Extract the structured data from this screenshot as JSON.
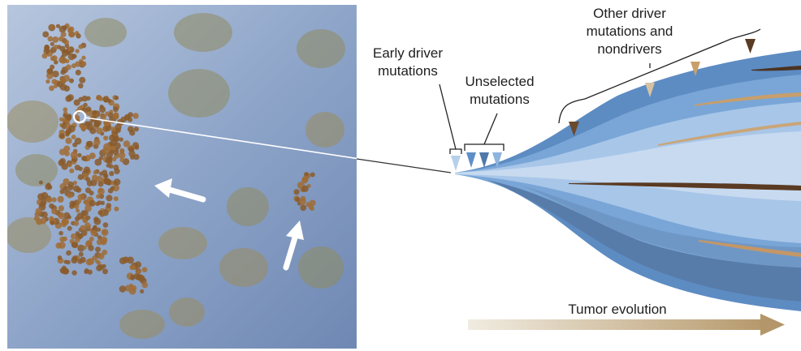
{
  "labels": {
    "early_line1": "Early driver",
    "early_line2": "mutations",
    "unselected_line1": "Unselected",
    "unselected_line2": "mutations",
    "other_line1": "Other driver",
    "other_line2": "mutations and",
    "other_line3": "nondrivers",
    "evolution": "Tumor evolution"
  },
  "colors": {
    "fan_dark": "#4f7fb5",
    "fan_mid": "#6a9bd0",
    "fan_light": "#a9c6e6",
    "fan_pale": "#cbdcef",
    "fan_deep": "#5f7fa8",
    "marker_dark": "#6b4a2e",
    "marker_tan": "#c9a06a",
    "marker_sand": "#d7c2a0",
    "arrow_start": "#f1ece1",
    "arrow_end": "#b79a6d",
    "micrograph_bg": "#8ea5c9",
    "cell_brown": "#8a5a2a"
  }
}
